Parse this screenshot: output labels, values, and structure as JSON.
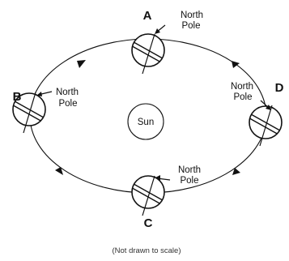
{
  "diagram": {
    "sun_label": "Sun",
    "note": "(Not drawn to scale)",
    "positions": [
      {
        "id": "A",
        "label": "A",
        "pole_line1": "North",
        "pole_line2": "Pole"
      },
      {
        "id": "B",
        "label": "B",
        "pole_line1": "North",
        "pole_line2": "Pole"
      },
      {
        "id": "C",
        "label": "C",
        "pole_line1": "North",
        "pole_line2": "Pole"
      },
      {
        "id": "D",
        "label": "D",
        "pole_line1": "North",
        "pole_line2": "Pole"
      }
    ],
    "colors": {
      "ink": "#111111",
      "background": "#ffffff"
    }
  }
}
